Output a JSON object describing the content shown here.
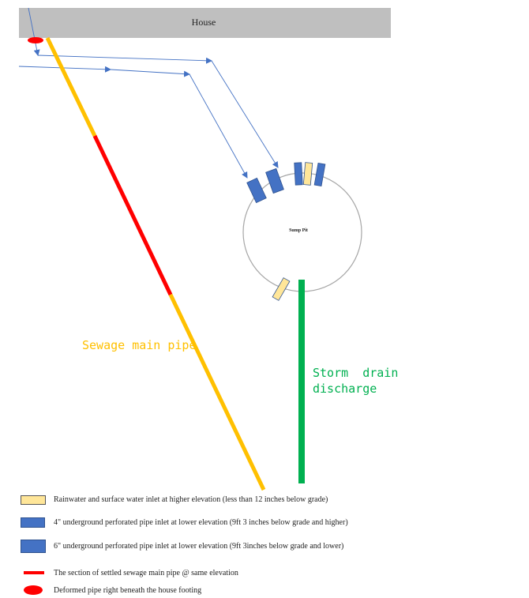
{
  "house": {
    "label": "House"
  },
  "pit": {
    "label": "Sump Pit"
  },
  "pipes": {
    "sewage_label": "Sewage main pipe",
    "storm_label_line1": "Storm  drain",
    "storm_label_line2": "discharge"
  },
  "colors": {
    "house_fill": "#bfbfbf",
    "sewage": "#ffc000",
    "settled": "#ff0000",
    "storm": "#00b050",
    "flow_arrow": "#4472c4",
    "inlet_blue": "#4472c4",
    "inlet_yellow": "#ffe699",
    "pit_outline": "#a6a6a6",
    "sewage_text": "#ffc000",
    "storm_text": "#00b050"
  },
  "legend": [
    {
      "symbol": "yellow-rect",
      "text": "Rainwater and surface water inlet at higher elevation (less than 12 inches below grade)"
    },
    {
      "symbol": "blue-rect-small",
      "text": "4\" underground perforated pipe inlet at lower elevation (9ft 3 inches below grade and higher)"
    },
    {
      "symbol": "blue-rect-large",
      "text": "6\" underground perforated pipe inlet at lower elevation (9ft 3inches below grade and lower)"
    },
    {
      "symbol": "red-line",
      "text": "The section of settled sewage main pipe @ same elevation"
    },
    {
      "symbol": "red-ellipse",
      "text": "Deformed pipe right beneath the house footing"
    }
  ]
}
